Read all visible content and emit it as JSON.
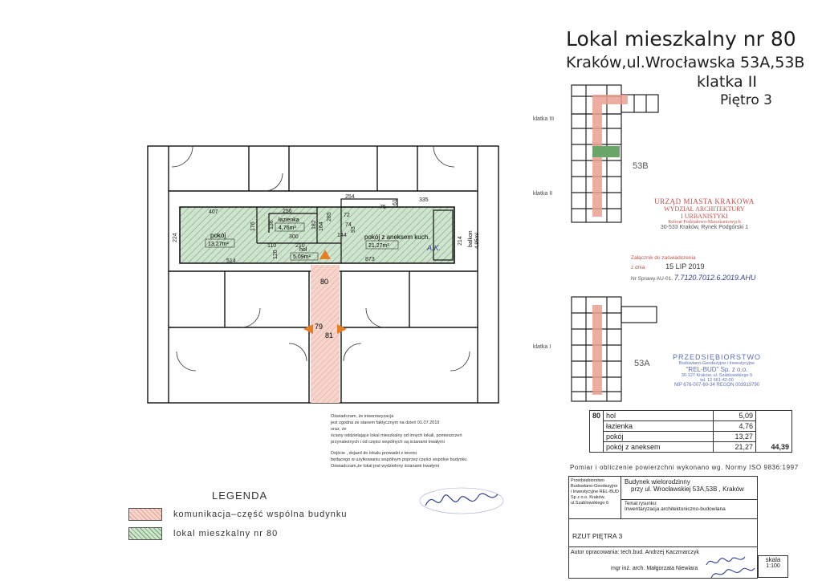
{
  "header": {
    "title": "Lokal mieszkalny nr 80",
    "address": "Kraków,ul.Wrocławska 53A,53B",
    "stairwell": "klatka II",
    "floor": "Piętro 3"
  },
  "site_plan": {
    "stairwell_labels": [
      "klatka III",
      "klatka II",
      "klatka I"
    ],
    "building_b": "53B",
    "building_a": "53A"
  },
  "floor_plan": {
    "unit_marker": "80",
    "corridor_markers": [
      "79",
      "81"
    ],
    "rooms": [
      {
        "name": "pokój",
        "area": "13,27m²"
      },
      {
        "name": "łazienka",
        "area": "4,76m²"
      },
      {
        "name": "hol",
        "area": "5,09m²"
      },
      {
        "name": "pokój z aneksem kuch.",
        "area": "21,27m²"
      },
      {
        "name": "balkon",
        "area": "4,95m²"
      }
    ],
    "dimensions": [
      "407",
      "514",
      "256",
      "300",
      "176",
      "136",
      "182",
      "110",
      "120",
      "210",
      "164",
      "144",
      "254",
      "335",
      "285",
      "72",
      "75",
      "74",
      "93",
      "61",
      "224",
      "873",
      "214"
    ]
  },
  "stamp_city": {
    "line1": "URZĄD MIASTA KRAKOWA",
    "line2": "WYDZIAŁ ARCHITEKTURY",
    "line3": "I URBANISTYKI",
    "line4": "Referat Podziałowo-Mieszkaniowych",
    "line5": "30-533 Kraków, Rynek Podgórski 1"
  },
  "attachment": {
    "label": "Załącznik do zaświadczenia",
    "date_prefix": "z dnia",
    "date": "15 LIP 2019",
    "case_prefix": "Nr Sprawy AU-01.",
    "case_no": "7.7120.7012.6.2019.AHU"
  },
  "stamp_company": {
    "line1": "PRZEDSIĘBIORSTWO",
    "line2": "Budowlano-Geodezyjne i Inwestycyjne",
    "line3": "\"REL-BUD\" Sp. z o.o.",
    "line4": "30-127 Kraków, ul. Szablowskiego 6",
    "line5": "tel. 12 661-42-00",
    "line6": "NIP 676-007-60-34  REGON 003919790"
  },
  "area_table": {
    "unit": "80",
    "rows": [
      {
        "room": "hol",
        "area": "5,09"
      },
      {
        "room": "łazienka",
        "area": "4,76"
      },
      {
        "room": "pokój",
        "area": "13,27"
      },
      {
        "room": "pokój z aneksem",
        "area": "21,27"
      }
    ],
    "total": "44,39",
    "norm_note": "Pomiar i obliczenie powierzchni wykonano wg. Normy ISO 9836:1997"
  },
  "statement": {
    "lines": [
      "Oświadczam, że inwentaryzacja",
      "jest zgodna ze stanem faktycznym na dzień 01.07.2019",
      "oraz, że",
      "ściany oddzielające lokal mieszkalny od innych lokali, pomieszczeń",
      "przynależnych i od części wspólnych są ścianami trwałymi",
      "",
      "Dojście , dojazd do lokalu prowadzi z terenu",
      "będącego w użytkowaniu wspólnym poprzez części wspólne budynku.",
      "Oświadczam,że lokal jest wydzielony ścianami trwałymi"
    ]
  },
  "legend": {
    "title": "LEGENDA",
    "items": [
      {
        "label": "komunikacja–część wspólna budynku",
        "color": "#e8a090"
      },
      {
        "label": "lokal mieszkalny nr 80",
        "color": "#6aa56a"
      }
    ]
  },
  "title_block": {
    "company": "Przedsiębiorstwo Budowlano-Geodezyjne i Inwestycyjne REL-BUD Sp z o.o. Kraków, ul.Szablowskiego 6",
    "building_type": "Budynek wielorodzinny",
    "building_address": "przy ul. Wrocławskiej 53A,53B , Kraków",
    "subject_label": "Temat rysunku:",
    "subject": "Inwentaryzacja architektoniczno-budowlana",
    "drawing": "RZUT PIĘTRA 3",
    "author_label": "Autor opracowania:",
    "author1": "tech.bud. Andrzej Kaczmarczyk",
    "author2": "mgr inż. arch. Małgorzata Niewiara",
    "scale_label": "skala",
    "scale": "1:100"
  },
  "colors": {
    "common": "#e8a090",
    "unit": "#6aa56a",
    "stamp_red": "#c0504d",
    "stamp_blue": "#5b6fb3",
    "signature": "#2f3f8f"
  }
}
